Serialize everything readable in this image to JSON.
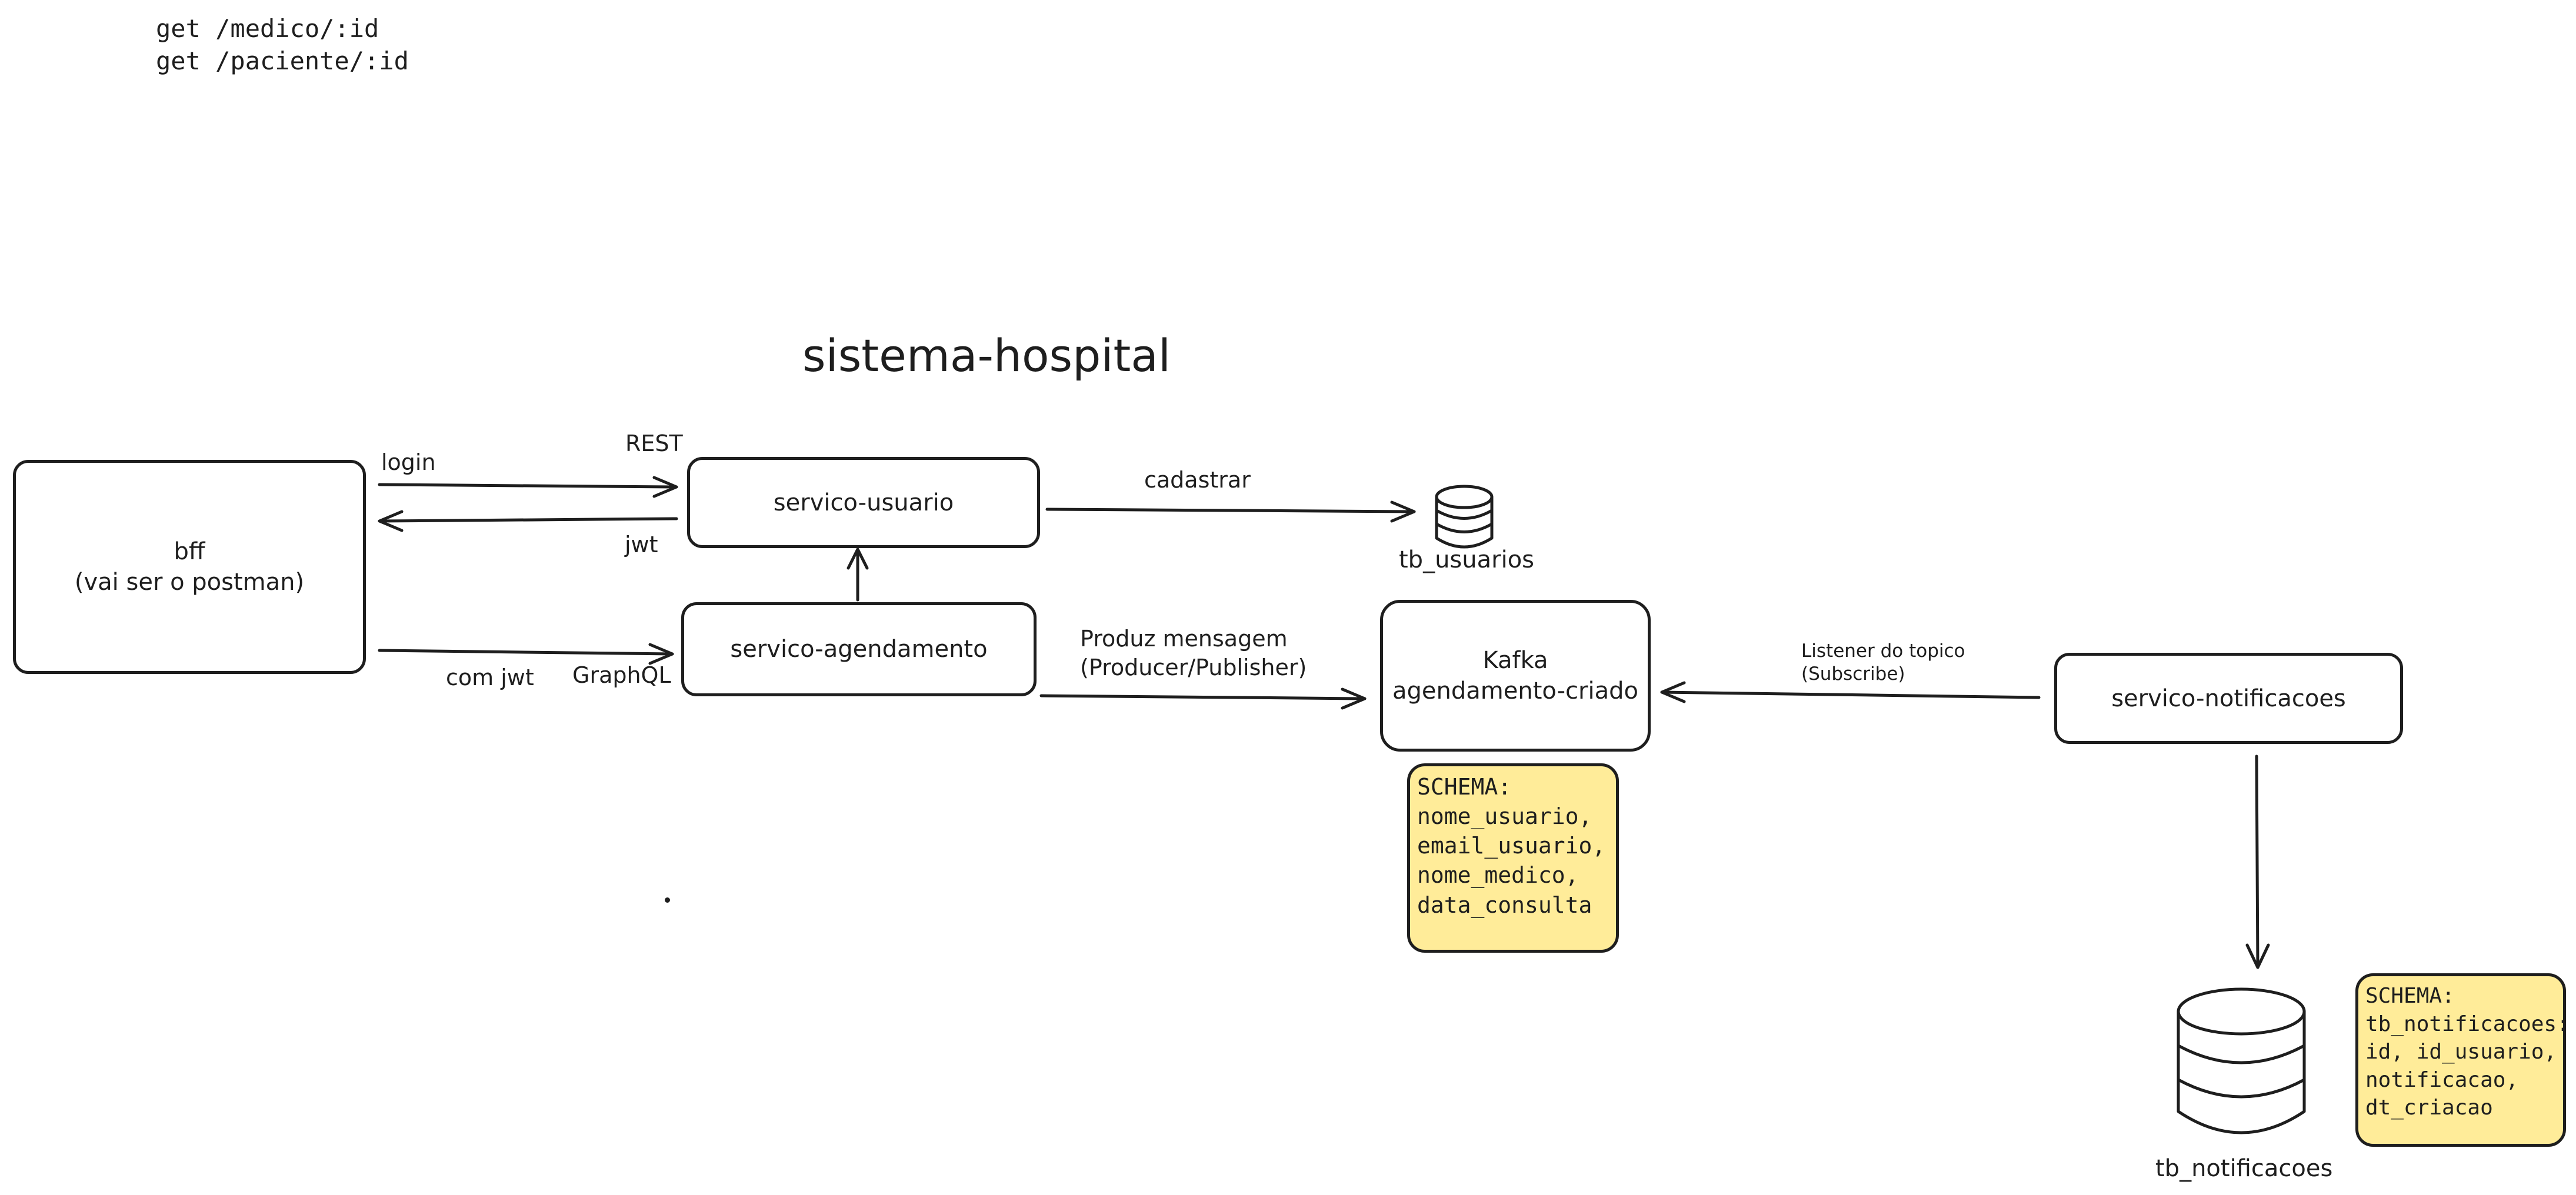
{
  "routes": [
    "get /medico/:id",
    "get /paciente/:id"
  ],
  "title": "sistema-hospital",
  "nodes": {
    "bff": [
      "bff",
      "(vai ser o postman)"
    ],
    "servico_usuario": "servico-usuario",
    "servico_agendamento": "servico-agendamento",
    "kafka": [
      "Kafka",
      "agendamento-criado"
    ],
    "servico_notificacoes": "servico-notificacoes"
  },
  "databases": {
    "tb_usuarios": "tb_usuarios",
    "tb_notificacoes": "tb_notificacoes"
  },
  "edge_labels": {
    "login": "login",
    "rest": "REST",
    "jwt": "jwt",
    "com_jwt": "com jwt",
    "graphql": "GraphQL",
    "cadastrar": "cadastrar",
    "produz": [
      "Produz mensagem",
      "(Producer/Publisher)"
    ],
    "listener": [
      "Listener do topico",
      "(Subscribe)"
    ]
  },
  "schemas": {
    "kafka": [
      "SCHEMA:",
      "nome_usuario,",
      "email_usuario,",
      "nome_medico,",
      "data_consulta"
    ],
    "notificacoes": [
      "SCHEMA:",
      "tb_notificacoes:",
      "id, id_usuario,",
      "notificacao,",
      "dt_criacao"
    ]
  },
  "colors": {
    "stroke": "#1e1e1e",
    "note_fill": "#ffec99",
    "background": "#ffffff"
  }
}
